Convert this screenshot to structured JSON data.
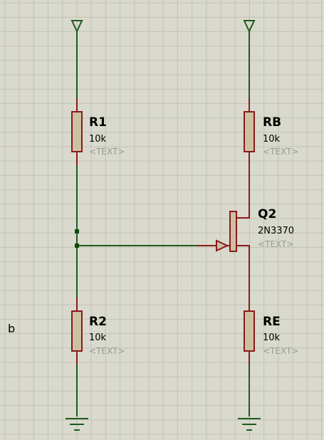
{
  "side_label": "b",
  "components": {
    "r1": {
      "name": "R1",
      "value": "10k",
      "text": "<TEXT>"
    },
    "r2": {
      "name": "R2",
      "value": "10k",
      "text": "<TEXT>"
    },
    "rb": {
      "name": "RB",
      "value": "10k",
      "text": "<TEXT>"
    },
    "re": {
      "name": "RE",
      "value": "10k",
      "text": "<TEXT>"
    },
    "q2": {
      "name": "Q2",
      "value": "2N3370",
      "text": "<TEXT>"
    }
  },
  "colors": {
    "background": "#d9dacd",
    "grid": "#c2c3b5",
    "wire": "#1f5a1f",
    "pin": "#8b1a1a",
    "body_fill": "#cbc2a4",
    "body_stroke": "#8b1a1a",
    "dot": "#0d4a0d"
  }
}
